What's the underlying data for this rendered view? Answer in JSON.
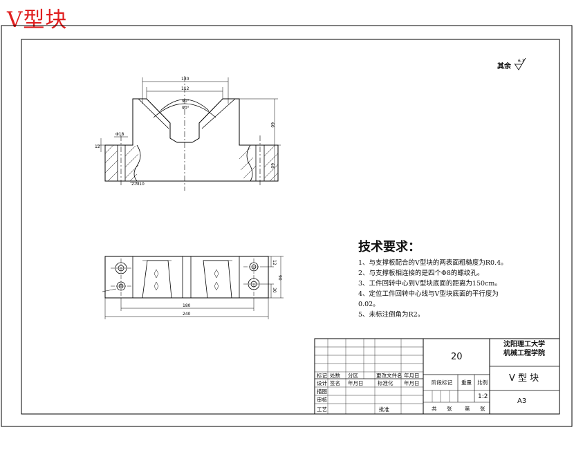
{
  "title": "V型块",
  "roughness": {
    "label": "其余",
    "value": "6.3"
  },
  "dimensions": {
    "width_top": "130",
    "width_inner": "112",
    "angle_outer": "90°",
    "angle_inner": "90°",
    "height_right": "60",
    "height_lower": "60",
    "hole_dia": "Φ18",
    "offset_small": "12",
    "threads": "2-M10",
    "plan_overall": "240",
    "plan_inner": "180",
    "plan_height": "90",
    "plan_right_top": "12",
    "plan_right_bottom": "30"
  },
  "tech_requirements": {
    "title": "技术要求：",
    "items": [
      "1、与支撑板配合的V型块的两表面粗糙度为R0.4。",
      "2、与支撑板相连接的是四个Φ8的螺纹孔。",
      "3、工件回转中心到V型块底面的距离为150cm。",
      "4、定位工件回转中心线与V型块底面的平行度为",
      "0.02。",
      "5、未标注倒角为R2。"
    ]
  },
  "title_block": {
    "drawing_number": "20",
    "school_line1": "沈阳理工大学",
    "school_line2": "机械工程学院",
    "part_name": "V 型 块",
    "format": "A3",
    "scale": "1:2",
    "headers": [
      "标记",
      "处数",
      "分区",
      "更改文件名",
      "年月日"
    ],
    "row_design": [
      "设计",
      "签名",
      "年月日",
      "标准化",
      "年月日"
    ],
    "row_check": "审核",
    "row_review": "工艺",
    "row_approve": "批准",
    "row_draft": "描图",
    "stage_label": "阶段标记",
    "weight_label": "重量",
    "scale_label": "比例",
    "sheet_labels": [
      "共",
      "张",
      "第",
      "张"
    ]
  }
}
